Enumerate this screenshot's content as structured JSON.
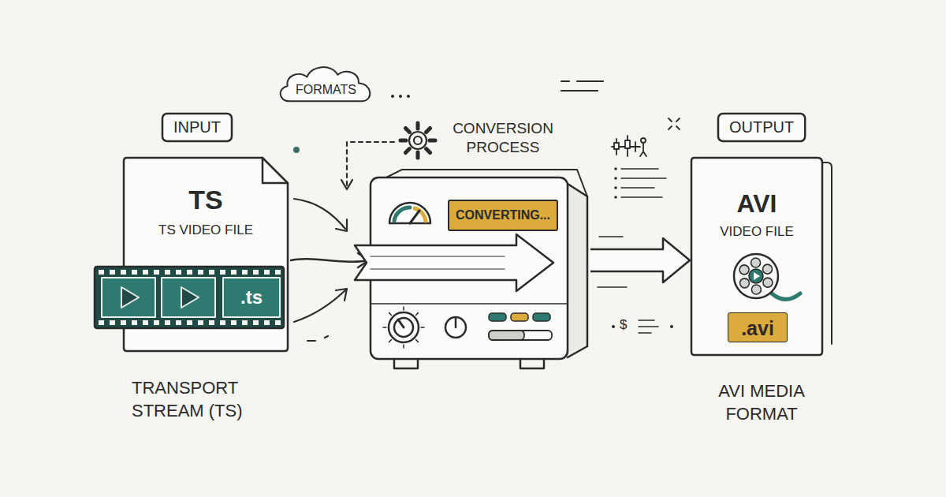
{
  "diagram": {
    "nodes": [
      {
        "text": [
          "INPUT"
        ]
      },
      {
        "text": [
          "FORMATS"
        ]
      },
      {
        "text": [
          "OUTPUT"
        ]
      },
      {
        "text": [
          "TS",
          "TS VIDEO FILE",
          ".ts",
          "TRANSPORT STREAM (TS)"
        ]
      },
      {
        "text": [
          "CONVERSION PROCESS"
        ]
      },
      {
        "text": [
          "CONVERTING..."
        ],
        "in": 4
      },
      {
        "text": [
          "AVI",
          "VIDEO FILE",
          ".avi",
          "AVI MEDIA FORMAT"
        ]
      }
    ],
    "edges": [
      {
        "from": 3,
        "to": 4,
        "arrow": "to"
      },
      {
        "from": 4,
        "to": 6,
        "arrow": "to"
      }
    ],
    "labels": [
      "$"
    ]
  }
}
